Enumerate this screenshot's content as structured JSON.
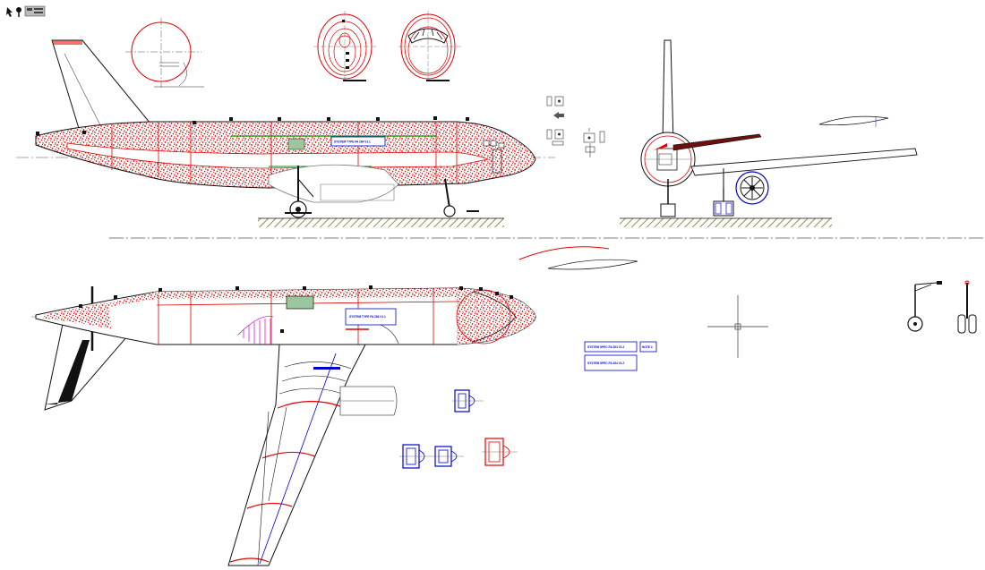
{
  "drawing": {
    "title": "",
    "colors": {
      "background": "#ffffff",
      "outline": "#000000",
      "section": "#ff0000",
      "annotation": "#0000cc",
      "green": "#009900",
      "magenta": "#cc00cc",
      "centerline": "#555555",
      "hatch": "#6b5a00"
    }
  },
  "toolbar": {
    "icons": [
      "pointer-icon",
      "pin-icon",
      "layers-icon"
    ]
  },
  "annotations": {
    "side_tag": "SYSTEM TYPE FA 284 V1.1",
    "top_tag": "SYSTEM TYPE FA 284 V1.1",
    "box_1": "SYSTEM SPEC FA 284 V1.2",
    "box_1_note": "NOTE 4",
    "box_2": "SYSTEM SPEC FA 284 V1.2"
  }
}
